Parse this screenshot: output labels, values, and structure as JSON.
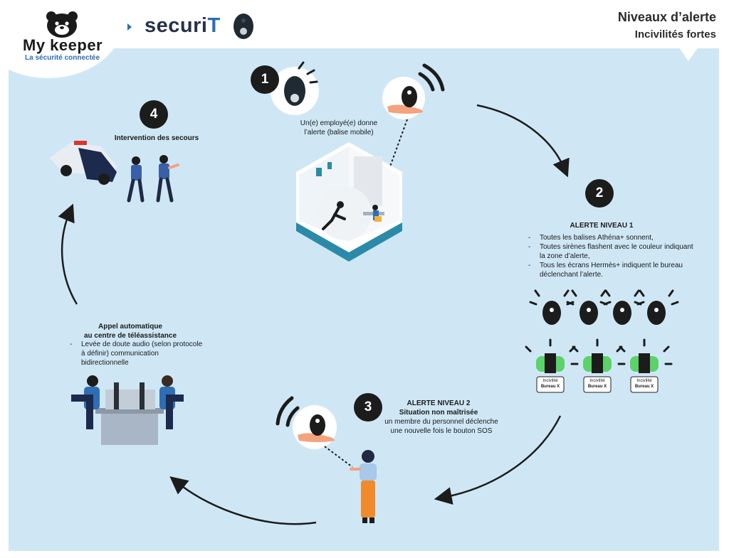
{
  "header": {
    "brand": "My keeper",
    "tagline": "La sécurité connectée",
    "product_pre": "securi",
    "product_accent": "T",
    "title": "Niveaux d’alerte",
    "subtitle": "Incivilités fortes"
  },
  "steps": {
    "s1": {
      "number": "1",
      "text": "Un(e) employé(e) donne l’alerte (balise mobile)"
    },
    "s2": {
      "number": "2",
      "title": "ALERTE NIVEAU  1",
      "items": [
        "Toutes les balises Athéna+ sonnent,",
        "Toutes sirènes flashent avec le couleur indiquant la zone d’alerte,",
        "Tous les écrans Hermès+ indiquent le bureau déclenchant l’alerte."
      ],
      "screen_line1": "Incivilité",
      "screen_line2": "Bureau X"
    },
    "s3": {
      "number": "3",
      "title1": "ALERTE NIVEAU 2",
      "title2": "Situation non maîtrisée",
      "text": "un membre du personnel déclenche une nouvelle fois le bouton SOS"
    },
    "s4": {
      "number": "4",
      "text": "Intervention des secours"
    },
    "call": {
      "title1": "Appel automatique",
      "title2": "au centre de téléassistance",
      "items": [
        "Levée de doute audio (selon protocole à définir) communication bidirectionnelle"
      ]
    }
  },
  "colors": {
    "panel": "#cfe7f5",
    "brand_blue": "#2f6db5",
    "dark": "#1c1c1c",
    "siren_green": "#5bd26a"
  }
}
